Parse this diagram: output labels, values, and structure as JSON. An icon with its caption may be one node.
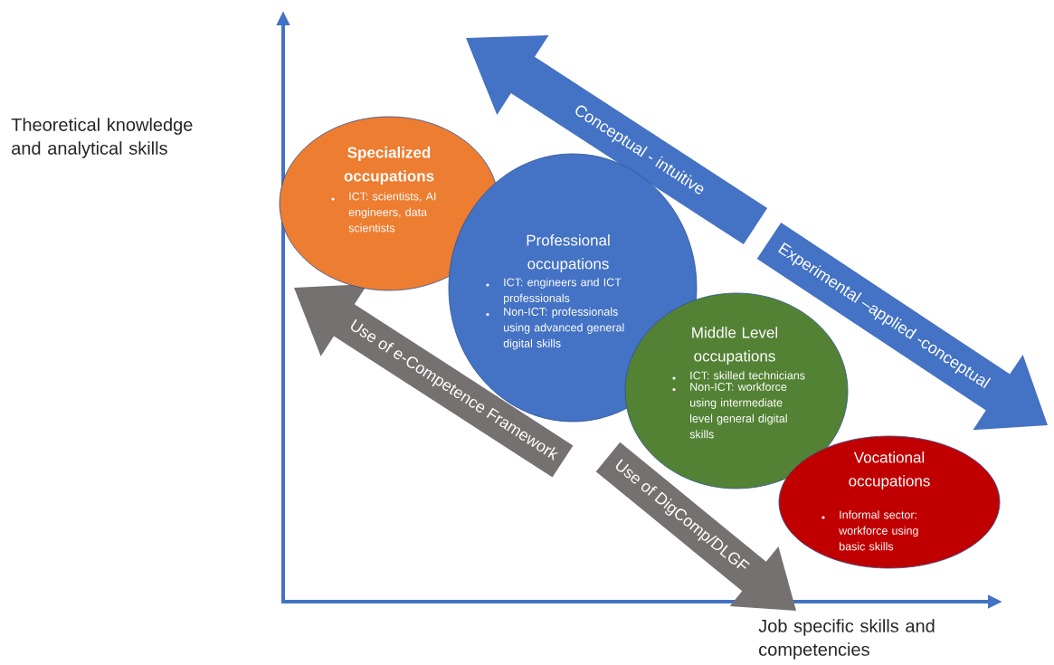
{
  "diagram": {
    "nodes": [
      {
        "text": [
          "Specialized occupations",
          "ICT: scientists, AI engineers, data scientists"
        ]
      },
      {
        "text": [
          "Professional occupations",
          "ICT: engineers and ICT professionals",
          "Non-ICT: professionals using advanced general digital skills"
        ]
      },
      {
        "text": [
          "Middle Level occupations",
          "ICT: skilled technicians",
          "Non-ICT: workforce using intermediate level general digital skills"
        ]
      },
      {
        "text": [
          "Vocational occupations",
          "Informal sector: workforce using basic skills"
        ]
      }
    ],
    "labels": [
      "Theoretical knowledge and analytical skills",
      "Conceptual - intuitive",
      "Experimental –applied -conceptual",
      "Use of e-Competence Framework",
      "Use of DigComp/DLGF",
      "Job specific skills and competencies"
    ]
  }
}
